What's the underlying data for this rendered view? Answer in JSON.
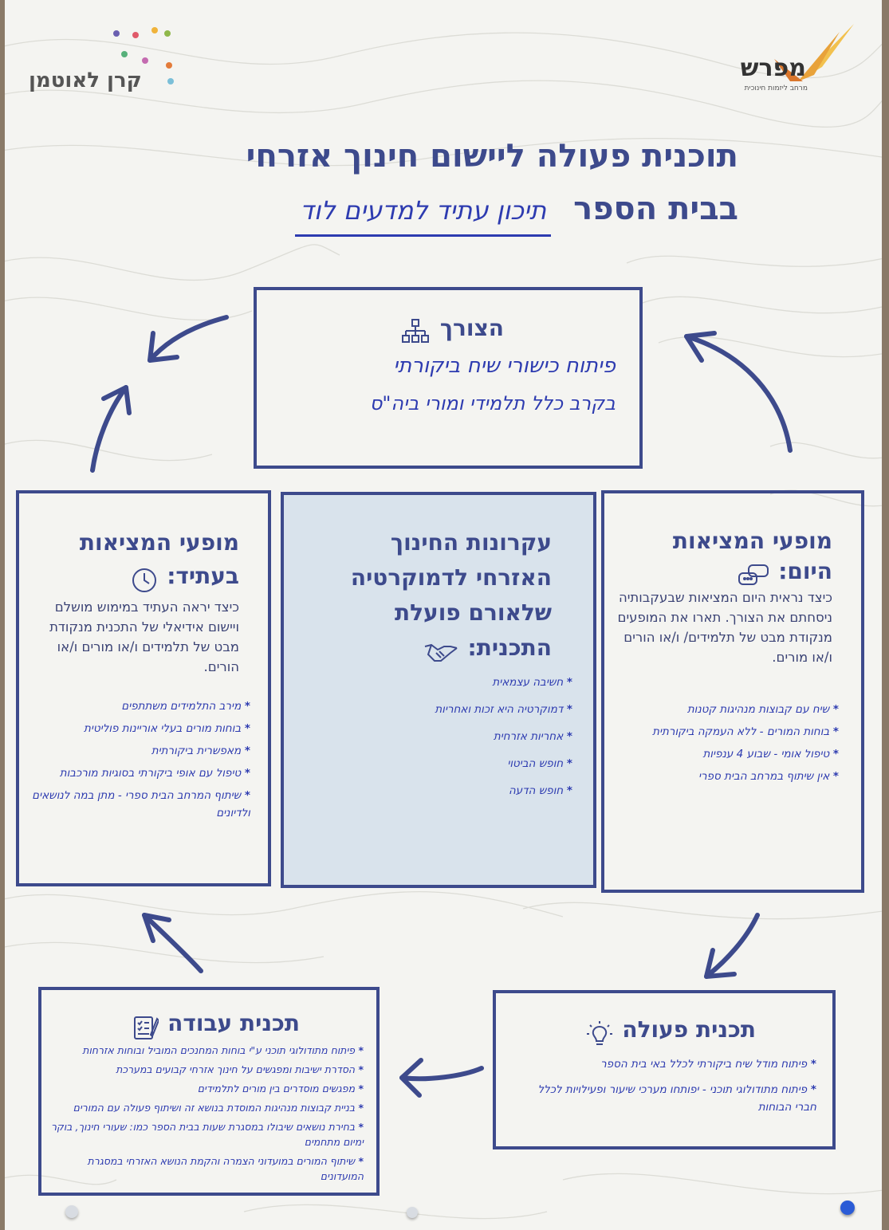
{
  "logos": {
    "left_name": "קרן לאוטמן",
    "right_name": "מפרש",
    "right_tagline": "מרחב ליזמות חינוכית"
  },
  "title": {
    "line1": "תוכנית פעולה ליישום חינוך אזרחי",
    "line2_prefix": "בבית הספר",
    "school_handwritten": "תיכון עתיד למדעים לוד"
  },
  "need": {
    "title": "הצורך",
    "icon": "org-chart-icon",
    "handwritten_line1": "פיתוח כישורי שיח ביקורתי",
    "handwritten_line2": "בקרב כלל תלמידי ומורי ביה\"ס"
  },
  "today": {
    "title_line1": "מופעי המציאות",
    "title_line2": "היום:",
    "icon": "speech-bubbles-icon",
    "desc": "כיצד נראית היום המציאות שבעקבותיה ניסחתם את הצורך. תארו את המופעים מנקודת מבט של תלמידים/ ו/או הורים ו/או מורים.",
    "items": [
      "שיח עם קבוצות מנהיגות קטנות",
      "בוחות המורים - ללא העמקה ביקורתית",
      "טיפול אומי - שבוע 4 ענפיות",
      "אין שיתוף במרחב הבית ספרי"
    ]
  },
  "principles": {
    "title_line1": "עקרונות החינוך",
    "title_line2": "האזרחי לדמוקרטיה",
    "title_line3": "שלאורם פועלת",
    "title_line4": "התכנית:",
    "icon": "handshake-icon",
    "items": [
      "חשיבה עצמאית",
      "דמוקרטיה היא זכות ואחריות",
      "אחריות אזרחית",
      "חופש הביטוי",
      "חופש הדעה"
    ]
  },
  "future": {
    "title_line1": "מופעי המציאות",
    "title_line2": "בעתיד:",
    "icon": "clock-icon",
    "desc": "כיצד יראה העתיד במימוש מושלם ויישום אידיאלי של התכנית מנקודת מבט של תלמידים ו/או מורים ו/או הורים.",
    "items": [
      "מירב התלמידים משתתפים",
      "בוחות מורים בעלי אוריינות פוליטית",
      "מאפשרית ביקורתית",
      "טיפול עם אופי ביקורתי בסוגיות מורכבות",
      "שיתוף המרחב הבית ספרי - מתן במה לנושאים ולדיונים"
    ]
  },
  "action_plan": {
    "title": "תכנית פעולה",
    "icon": "lightbulb-icon",
    "items": [
      "פיתוח מודל שיח ביקורתי לכלל באי בית הספר",
      "פיתוח מתודולוגי תוכני - יפותחו מערכי שיעור ופעילויות לכלל חברי הבוחות"
    ]
  },
  "work_plan": {
    "title": "תכנית עבודה",
    "icon": "checklist-icon",
    "items": [
      "פיתוח מתודולוגי תוכני ע\"י בוחות המחנכים המוביל ובוחות אזרחות",
      "הסדרת ישיבות ומפגשים על חינוך אזרחי קבועים במערכת",
      "מפגשים מוסדרים בין מורים לתלמידים",
      "בניית קבוצות מנהיגות המוסדת בנושא זה ושיתוף פעולה עם המורים",
      "בחירת נושאים שיבולו במסגרת שעות בבית הספר כמו: שעורי חינוך, בוקר ימיום מתחמים",
      "שיתוף המורים במועדוני הצמרה והקמת הנושא האזרחי במסגרת המועדונים"
    ]
  },
  "colors": {
    "navy": "#3d4a8c",
    "handwriting": "#2d3bb0",
    "shaded_box": "#d9e3ec",
    "logo_orange": "#e8a23a"
  }
}
